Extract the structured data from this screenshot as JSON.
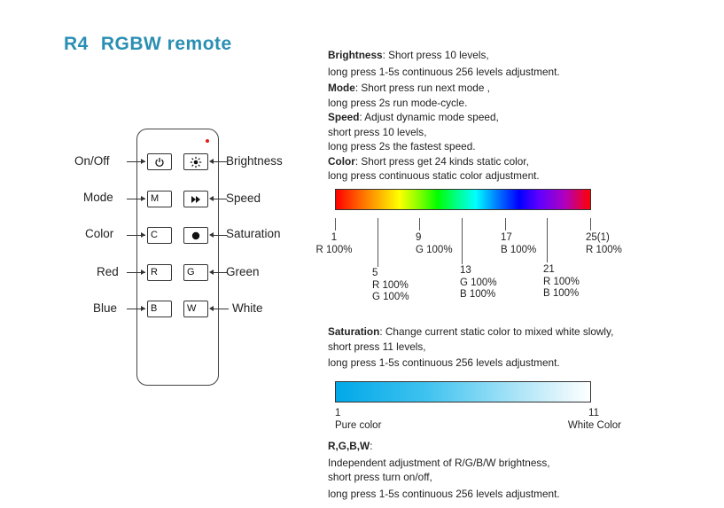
{
  "title": {
    "model": "R4",
    "name": "RGBW remote"
  },
  "remote": {
    "left_labels": [
      "On/Off",
      "Mode",
      "Color",
      "Red",
      "Blue"
    ],
    "right_labels": [
      "Brightness",
      "Speed",
      "Saturation",
      "Green",
      "White"
    ],
    "buttons": {
      "mode": "M",
      "color": "C",
      "red": "R",
      "green": "G",
      "blue": "B",
      "white": "W"
    }
  },
  "descriptions": {
    "brightness": {
      "key": "Brightness",
      "line1": ": Short press 10 levels,",
      "line2": "long press 1-5s continuous 256 levels adjustment."
    },
    "mode": {
      "key": "Mode",
      "line1": ": Short press run next mode ,",
      "line2": "long press 2s run mode-cycle."
    },
    "speed": {
      "key": "Speed",
      "line1": ": Adjust dynamic mode speed,",
      "line2": "short press 10 levels,",
      "line3": "long press 2s the fastest speed."
    },
    "color": {
      "key": "Color",
      "line1": ": Short press get 24 kinds static color,",
      "line2": "long press continuous static color adjustment."
    },
    "saturation": {
      "key": "Saturation",
      "line1": ": Change current static color to mixed white slowly,",
      "line2": "short press 11 levels,",
      "line3": "long press 1-5s continuous 256 levels adjustment."
    },
    "rgbw": {
      "key": "R,G,B,W",
      "line1": ":",
      "line2": "Independent adjustment of R/G/B/W brightness,",
      "line3": "short press turn on/off,",
      "line4": "long press 1-5s continuous 256 levels adjustment."
    }
  },
  "color_scale": [
    {
      "n": "1",
      "l1": "R 100%",
      "l2": ""
    },
    {
      "n": "5",
      "l1": "R 100%",
      "l2": "G 100%"
    },
    {
      "n": "9",
      "l1": "G 100%",
      "l2": ""
    },
    {
      "n": "13",
      "l1": "G 100%",
      "l2": "B 100%"
    },
    {
      "n": "17",
      "l1": "B 100%",
      "l2": ""
    },
    {
      "n": "21",
      "l1": "R 100%",
      "l2": "B 100%"
    },
    {
      "n": "25(1)",
      "l1": "R 100%",
      "l2": ""
    }
  ],
  "saturation_scale": {
    "start_num": "1",
    "start_label": "Pure color",
    "end_num": "11",
    "end_label": "White Color"
  }
}
